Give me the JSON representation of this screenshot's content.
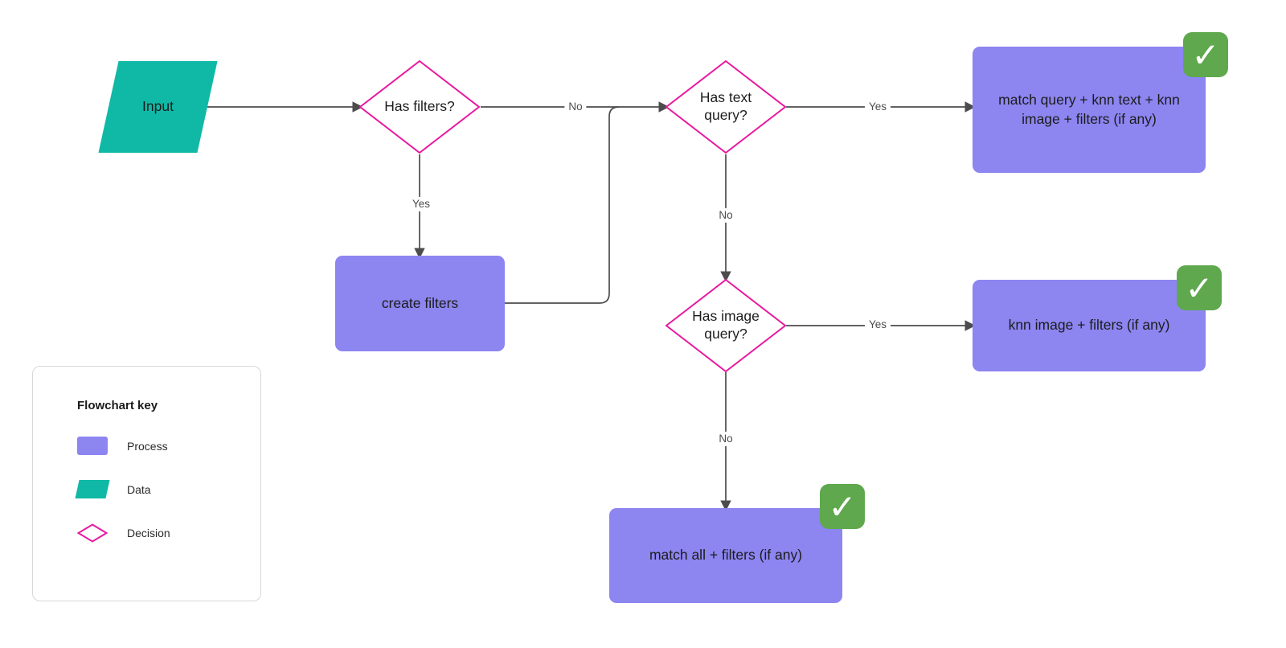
{
  "colors": {
    "process_fill": "#8d85f0",
    "data_fill": "#10b9a6",
    "decision_stroke": "#e8199f",
    "check_bg": "#5fa84d",
    "edge": "#4c4c4c",
    "node_text": "#1c1c1c",
    "edge_label_text": "#4d4d4d",
    "legend_border": "#d7d7d7"
  },
  "icons": {
    "checkmark": "✓"
  },
  "nodes": {
    "input": "Input",
    "has_filters": "Has filters?",
    "create_filters": "create filters",
    "has_text_query": "Has text query?",
    "has_image_query": "Has image query?",
    "match_query_knn": "match query + knn text + knn image + filters (if any)",
    "knn_image": "knn image + filters (if any)",
    "match_all": "match all + filters (if any)"
  },
  "edges": {
    "has_filters_yes": "Yes",
    "has_filters_no": "No",
    "has_text_yes": "Yes",
    "has_text_no": "No",
    "has_image_yes": "Yes",
    "has_image_no": "No"
  },
  "legend": {
    "title": "Flowchart key",
    "process": "Process",
    "data": "Data",
    "decision": "Decision"
  }
}
